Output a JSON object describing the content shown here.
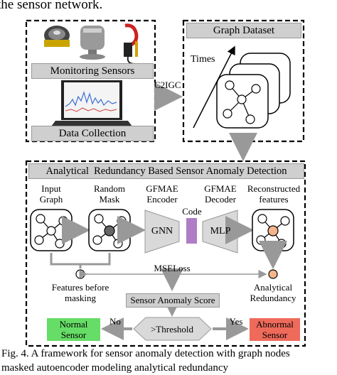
{
  "header_text": "the sensor network.",
  "blocks": {
    "monitoring_sensors": "Monitoring Sensors",
    "data_collection": "Data Collection",
    "graph_dataset": "Graph Dataset",
    "times": "Times",
    "c2igc": "C2IGC",
    "detection_title": "Analytical  Redundancy Based Sensor Anomaly Detection"
  },
  "pipeline": {
    "input_graph": [
      "Input",
      "Graph"
    ],
    "random_mask": [
      "Random",
      "Mask"
    ],
    "encoder": [
      "GFMAE",
      "Encoder"
    ],
    "decoder": [
      "GFMAE",
      "Decoder"
    ],
    "reconstructed": [
      "Reconstructed",
      "features"
    ],
    "code": "Code",
    "gnn": "GNN",
    "mlp": "MLP",
    "mseloss": "MSELoss",
    "features_before": [
      "Features before",
      "masking"
    ],
    "analytical_redundancy": [
      "Analytical",
      "Redundancy"
    ],
    "anomaly_score": "Sensor Anomaly Score",
    "threshold": ">Threshold",
    "no": "No",
    "yes": "Yes",
    "normal_sensor": [
      "Normal",
      "Sensor"
    ],
    "abnormal_sensor": [
      "Abnormal",
      "Sensor"
    ]
  },
  "caption": [
    "Fig. 4. A framework for sensor anomaly detection with graph nodes",
    "masked autoencoder modeling analytical redundancy"
  ],
  "colors": {
    "bar_gray": "#cfcfcf",
    "node_dark": "#666666",
    "node_orange": "#f5b58a",
    "code_purple": "#b07cc6",
    "normal_green": "#66dd66",
    "abnormal_red": "#ee6a5a",
    "arrow_gray": "#999999"
  }
}
